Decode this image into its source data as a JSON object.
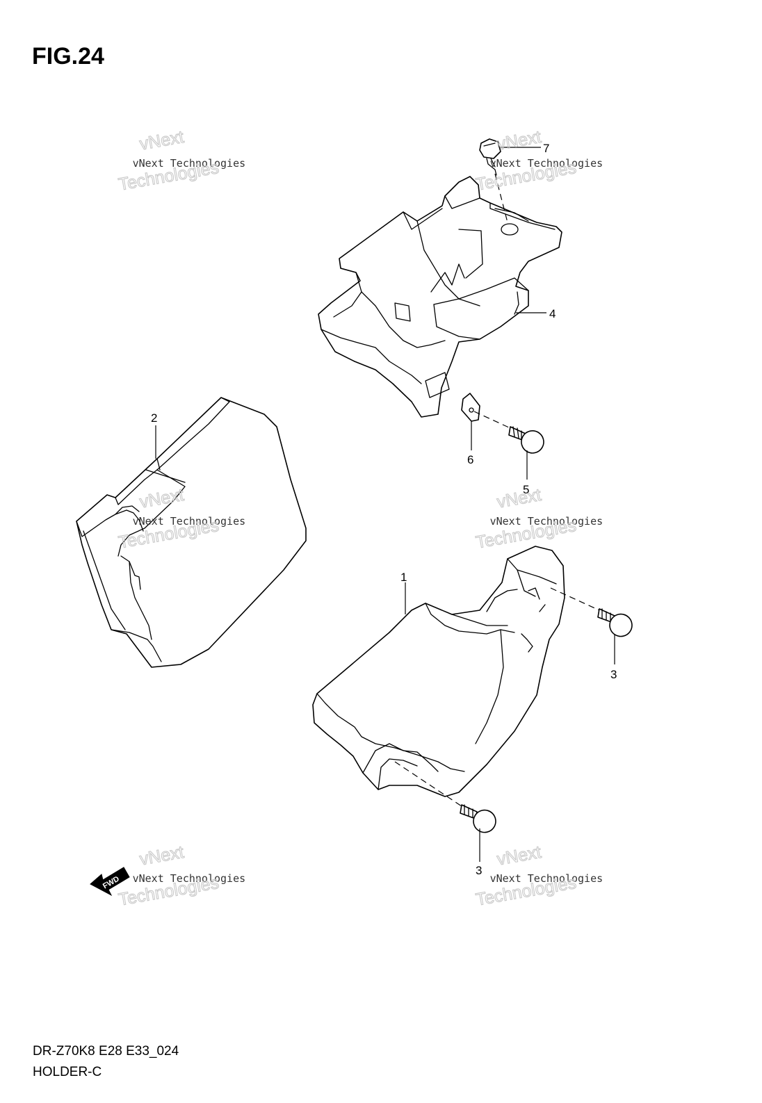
{
  "figure": {
    "title": "FIG.24"
  },
  "callouts": [
    {
      "id": "1",
      "label": "1"
    },
    {
      "id": "2",
      "label": "2"
    },
    {
      "id": "3a",
      "label": "3"
    },
    {
      "id": "3b",
      "label": "3"
    },
    {
      "id": "4",
      "label": "4"
    },
    {
      "id": "5",
      "label": "5"
    },
    {
      "id": "6",
      "label": "6"
    },
    {
      "id": "7",
      "label": "7"
    }
  ],
  "watermark": {
    "line1": "vNext",
    "line2": "vNext Technologies",
    "line3": "Technologies"
  },
  "fwd_arrow": {
    "label": "FWD"
  },
  "footer": {
    "model": "DR-Z70K8 E28 E33_024",
    "name": "HOLDER-C"
  }
}
